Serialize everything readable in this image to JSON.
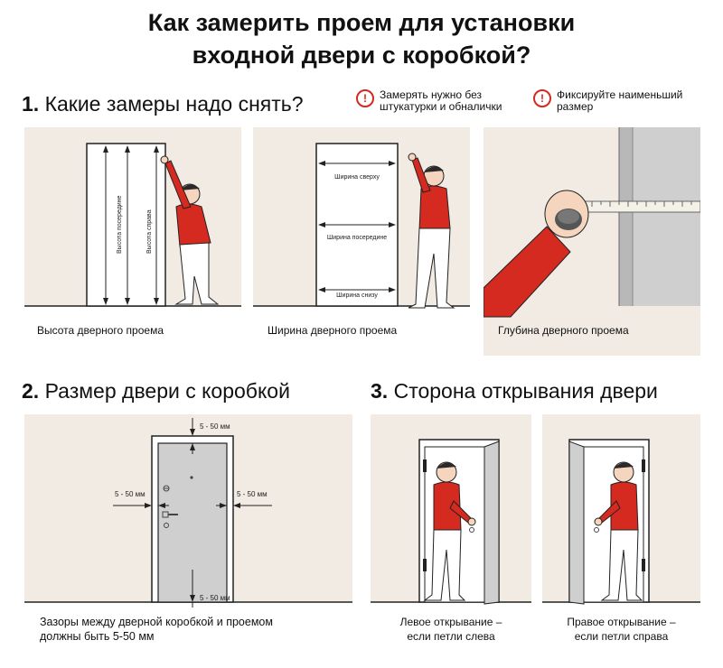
{
  "title": {
    "line1": "Как замерить проем для установки",
    "line2": "входной двери с коробкой?"
  },
  "section1": {
    "number": "1.",
    "heading": "Какие замеры надо снять?",
    "notes": [
      {
        "icon": "exclamation-warning-icon",
        "line1": "Замерять нужно без",
        "line2": "штукатурки и обналички"
      },
      {
        "icon": "exclamation-warning-icon",
        "line1": "Фиксируйте наименьший",
        "line2": "размер"
      }
    ],
    "panels": [
      {
        "caption": "Высота дверного проема",
        "labels": [
          "Высота посередине",
          "Высота справа"
        ]
      },
      {
        "caption": "Ширина дверного проема",
        "labels": [
          "Ширина сверху",
          "Ширина посередине",
          "Ширина снизу"
        ]
      },
      {
        "caption": "Глубина дверного проема"
      }
    ]
  },
  "section2": {
    "number": "2.",
    "heading": "Размер двери с коробкой",
    "gap_labels": {
      "top": "5 - 50 мм",
      "left": "5 - 50 мм",
      "right": "5 - 50 мм",
      "bottom": "5 - 50 мм"
    },
    "caption": {
      "line1": "Зазоры между дверной коробкой и проемом",
      "line2": "должны быть 5-50 мм"
    }
  },
  "section3": {
    "number": "3.",
    "heading": "Сторона открывания двери",
    "panels": [
      {
        "line1": "Левое открывание –",
        "line2": "если петли слева"
      },
      {
        "line1": "Правое открывание –",
        "line2": "если петли справа"
      }
    ]
  },
  "colors": {
    "accent": "#d42a1f",
    "wall": "#f1ebe4",
    "door": "#cfcfcf",
    "line": "#222222"
  }
}
